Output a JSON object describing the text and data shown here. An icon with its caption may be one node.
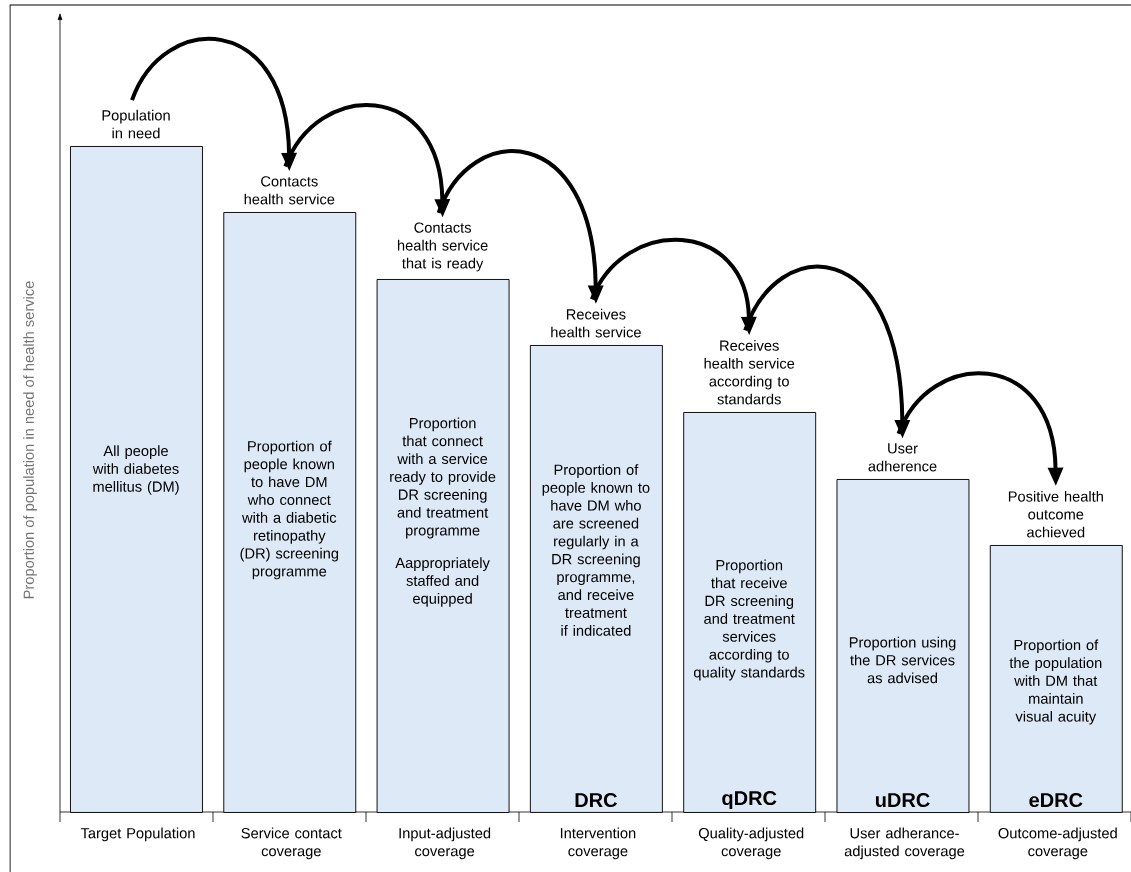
{
  "diagram": {
    "nodes": [
      {
        "text": [
          "Population in need",
          "All people with diabetes mellitus (DM)"
        ],
        "beside": [
          "Target Population"
        ]
      },
      {
        "text": [
          "Contacts health service",
          "Proportion of people known to have DM who connect with a diabetic retinopathy (DR) screening programme"
        ],
        "beside": [
          "Service contact coverage"
        ]
      },
      {
        "text": [
          "Contacts health service that is ready",
          "Proportion that connect with a service ready to provide DR screening and treatment programme",
          "Aappropriately staffed and equipped"
        ],
        "beside": [
          "Input-adjusted coverage"
        ]
      },
      {
        "text": [
          "Receives health service",
          "Proportion of people known to have DM who are screened regularly in a DR screening programme, and receive treatment if indicated",
          "DRC"
        ],
        "beside": [
          "Intervention coverage"
        ]
      },
      {
        "text": [
          "Receives health service according to standards",
          "Proportion that receive DR screening and treatment services according to quality standards",
          "qDRC"
        ],
        "beside": [
          "Quality-adjusted coverage"
        ]
      },
      {
        "text": [
          "User adherence",
          "Proportion using the DR services as advised",
          "uDRC"
        ],
        "beside": [
          "User adherance-adjusted coverage"
        ]
      },
      {
        "text": [
          "Positive health outcome achieved",
          "Proportion of the population with DM that maintain visual acuity",
          "eDRC"
        ],
        "beside": [
          "Outcome-adjusted coverage"
        ]
      }
    ],
    "edges": [
      {
        "from": 0,
        "to": 1,
        "arrow": "to"
      },
      {
        "from": 1,
        "to": 2,
        "arrow": "to"
      },
      {
        "from": 2,
        "to": 3,
        "arrow": "to"
      },
      {
        "from": 3,
        "to": 4,
        "arrow": "to"
      },
      {
        "from": 4,
        "to": 5,
        "arrow": "to"
      },
      {
        "from": 5,
        "to": 6,
        "arrow": "to"
      }
    ],
    "labels": [
      "Proportion of population in need of health service"
    ]
  }
}
